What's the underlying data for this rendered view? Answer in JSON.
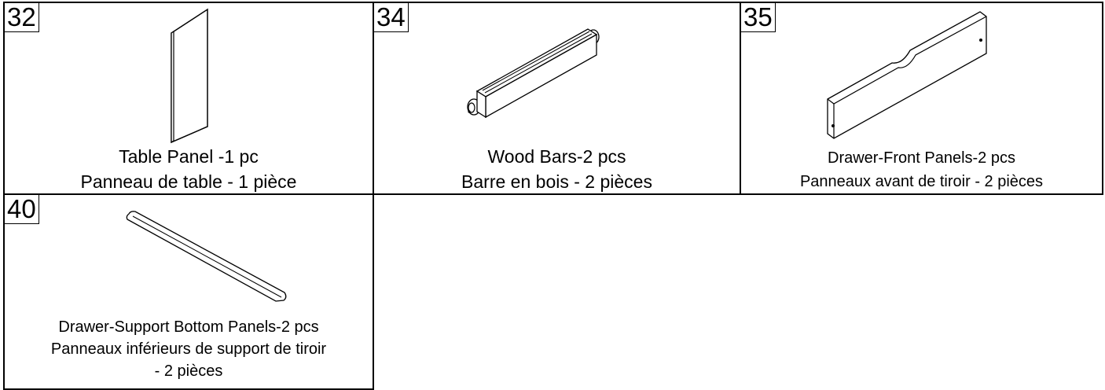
{
  "parts": [
    {
      "number": "32",
      "name_en": "Table Panel -1 pc",
      "name_fr": "Panneau de table - 1 pièce"
    },
    {
      "number": "34",
      "name_en": "Wood Bars-2 pcs",
      "name_fr": "Barre en bois - 2 pièces"
    },
    {
      "number": "35",
      "name_en": "Drawer-Front Panels-2 pcs",
      "name_fr": "Panneaux avant de tiroir - 2 pièces"
    },
    {
      "number": "40",
      "name_en": "Drawer-Support Bottom Panels-2 pcs",
      "name_fr": "Panneaux inférieurs de support de tiroir",
      "name_fr_cont": "- 2 pièces"
    }
  ]
}
